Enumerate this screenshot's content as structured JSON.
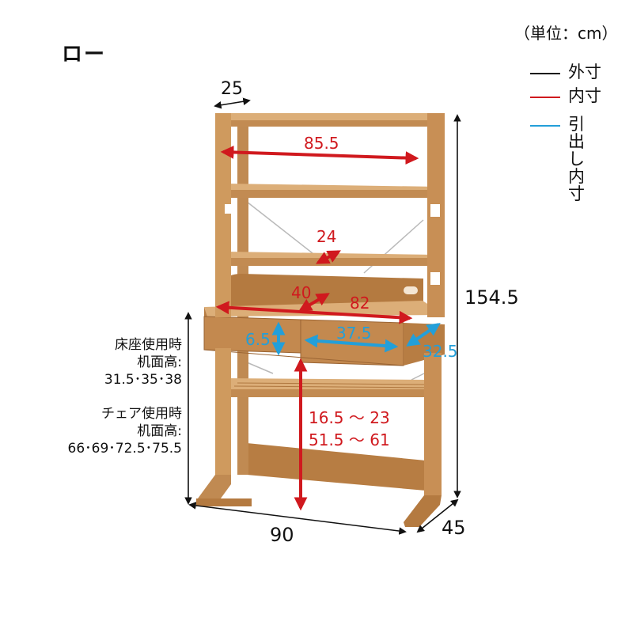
{
  "title": "ロー",
  "unit_note": "（単位：cm）",
  "legend": [
    {
      "label": "外寸",
      "color": "#111111"
    },
    {
      "label": "内寸",
      "color": "#d0191e"
    },
    {
      "label": "引出し\n内寸",
      "color": "#239fd9"
    }
  ],
  "side_notes": {
    "floor": [
      "床座使用時",
      "机面高:",
      "31.5･35･38"
    ],
    "chair": [
      "チェア使用時",
      "机面高:",
      "66･69･72.5･75.5"
    ]
  },
  "dimensions": {
    "outer": {
      "depth_top": "25",
      "height": "154.5",
      "width": "90",
      "depth_bottom": "45"
    },
    "inner": {
      "shelf_width": "85.5",
      "shelf_depth": "24",
      "desk_depth": "40",
      "desk_width": "82",
      "clearance_1": "16.5 ～ 23",
      "clearance_2": "51.5 ～ 61"
    },
    "drawer": {
      "height": "6.5",
      "width": "37.5",
      "depth": "32.5"
    }
  },
  "colors": {
    "wood": "#c8935a",
    "wood_dark": "#a06a35",
    "wood_light": "#dcae78",
    "red": "#d0191e",
    "blue": "#239fd9"
  }
}
